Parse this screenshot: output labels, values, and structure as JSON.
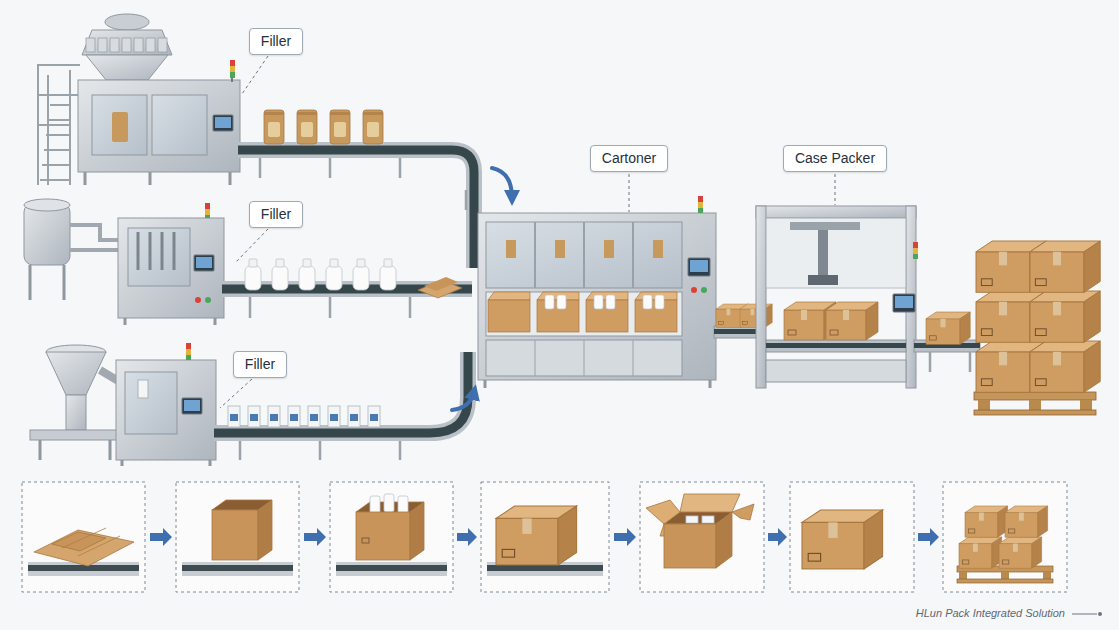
{
  "diagram": {
    "nodes": [
      {
        "text": [
          "Filler"
        ]
      },
      {
        "text": [
          "Filler"
        ]
      },
      {
        "text": [
          "Filler"
        ]
      },
      {
        "text": [
          "Cartoner"
        ]
      },
      {
        "text": [
          "Case Packer"
        ]
      }
    ],
    "labels": [
      "HLun Pack Integrated Solution"
    ]
  }
}
